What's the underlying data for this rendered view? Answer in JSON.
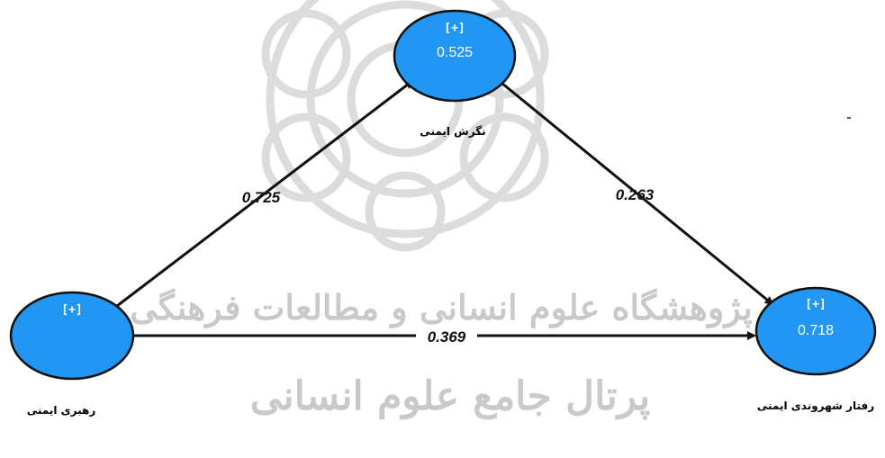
{
  "colors": {
    "node_fill": "#2196f3",
    "node_stroke": "#111111",
    "edge": "#111111",
    "watermark": "#c9c9c9"
  },
  "nodes": {
    "leadership": {
      "label": "رهبری ایمنی",
      "expand": "[+]",
      "r2": ""
    },
    "attitude": {
      "label": "نگرش ایمنی",
      "expand": "[+]",
      "r2": "0.525"
    },
    "behavior": {
      "label": "رفتار شهروندی ایمنی",
      "expand": "[+]",
      "r2": "0.718"
    }
  },
  "paths": [
    {
      "from": "رهبری ایمنی",
      "to": "نگرش ایمنی",
      "coef": "0.725"
    },
    {
      "from": "نگرش ایمنی",
      "to": "رفتار شهروندی ایمنی",
      "coef": "0.263"
    },
    {
      "from": "رهبری ایمنی",
      "to": "رفتار شهروندی ایمنی",
      "coef": "0.369"
    }
  ],
  "watermark": {
    "line1": "پژوهشگاه علوم انسانی و مطالعات فرهنگی",
    "line2": "پرتال جامع علوم انسانی"
  }
}
